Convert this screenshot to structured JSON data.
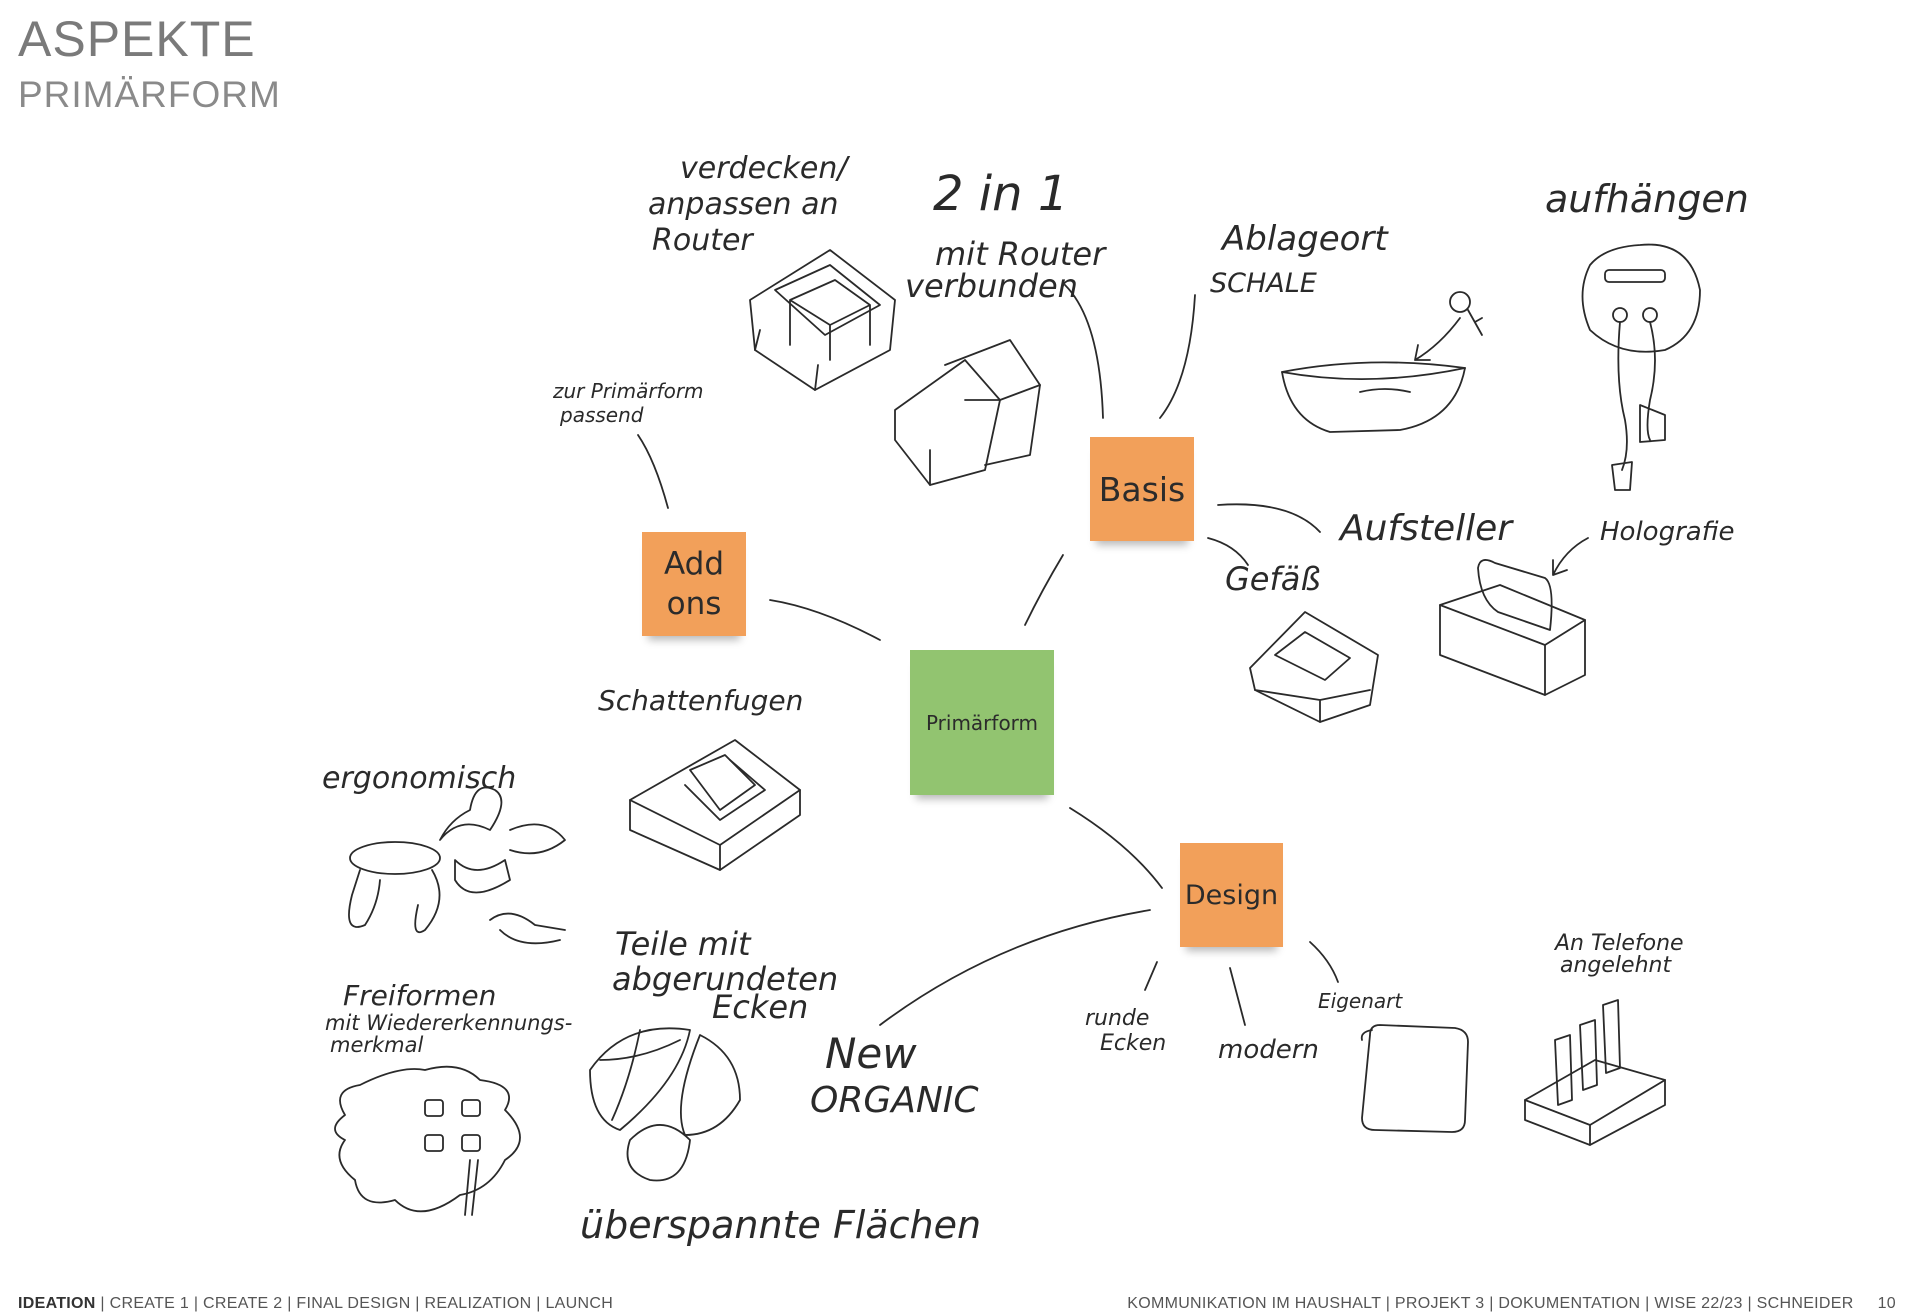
{
  "header": {
    "title": "ASPEKTE",
    "subtitle": "PRIMÄRFORM"
  },
  "notes": {
    "center": "Primärform",
    "basis": "Basis",
    "addons_line1": "Add",
    "addons_line2": "ons",
    "design": "Design"
  },
  "annotations": {
    "verdecken_1": "verdecken/",
    "verdecken_2": "anpassen an",
    "verdecken_3": "Router",
    "twoinone": "2 in 1",
    "router_1": "mit Router",
    "router_2": "verbunden",
    "ablageort": "Ablageort",
    "schale": "SCHALE",
    "aufhaengen": "aufhängen",
    "prim_passend_1": "zur Primärform",
    "prim_passend_2": "passend",
    "aufsteller": "Aufsteller",
    "holografie": "Holografie",
    "gefaess": "Gefäß",
    "schattenfugen": "Schattenfugen",
    "ergonomisch": "ergonomisch",
    "teile_1": "Teile mit",
    "teile_2": "abgerundeten",
    "teile_3": "Ecken",
    "freiformen_1": "Freiformen",
    "freiformen_2": "mit Wiedererkennungs-",
    "freiformen_3": "merkmal",
    "new": "New",
    "organic": "ORGANIC",
    "runde_1": "runde",
    "runde_2": "Ecken",
    "modern": "modern",
    "eigenart": "Eigenart",
    "telefone_1": "An Telefone",
    "telefone_2": "angelehnt",
    "ueberspannte": "überspannte Flächen"
  },
  "footer": {
    "left_active": "IDEATION",
    "left_rest": " | CREATE 1 | CREATE 2 | FINAL DESIGN | REALIZATION | LAUNCH",
    "right": "KOMMUNIKATION IM HAUSHALT | PROJEKT 3 | DOKUMENTATION | WISE 22/23 | SCHNEIDER",
    "page": "10"
  }
}
